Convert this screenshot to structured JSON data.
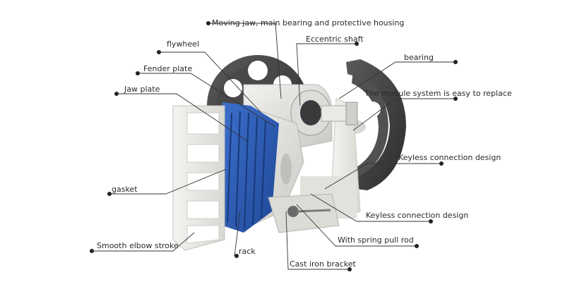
{
  "labels": {
    "moving_jaw": "Moving jaw, main bearing and protective housing",
    "eccentric_shaft": "Eccentric shaft",
    "flywheel": "flywheel",
    "bearing": "bearing",
    "fender_plate": "Fender plate",
    "module_system": "The module system is easy to replace",
    "jaw_plate": "Jaw plate",
    "keyless_1": "Keyless connection design",
    "gasket": "gasket",
    "keyless_2": "Keyless connection design",
    "spring_pull_rod": "With spring pull rod",
    "smooth_elbow": "Smooth elbow stroke",
    "rack": "rack",
    "cast_iron_bracket": "Cast iron bracket"
  },
  "colors": {
    "accent_blue": "#2f5fb8",
    "flywheel_dark": "#3c3c3e",
    "frame_light": "#ebeae6",
    "leader_line": "#333333"
  }
}
